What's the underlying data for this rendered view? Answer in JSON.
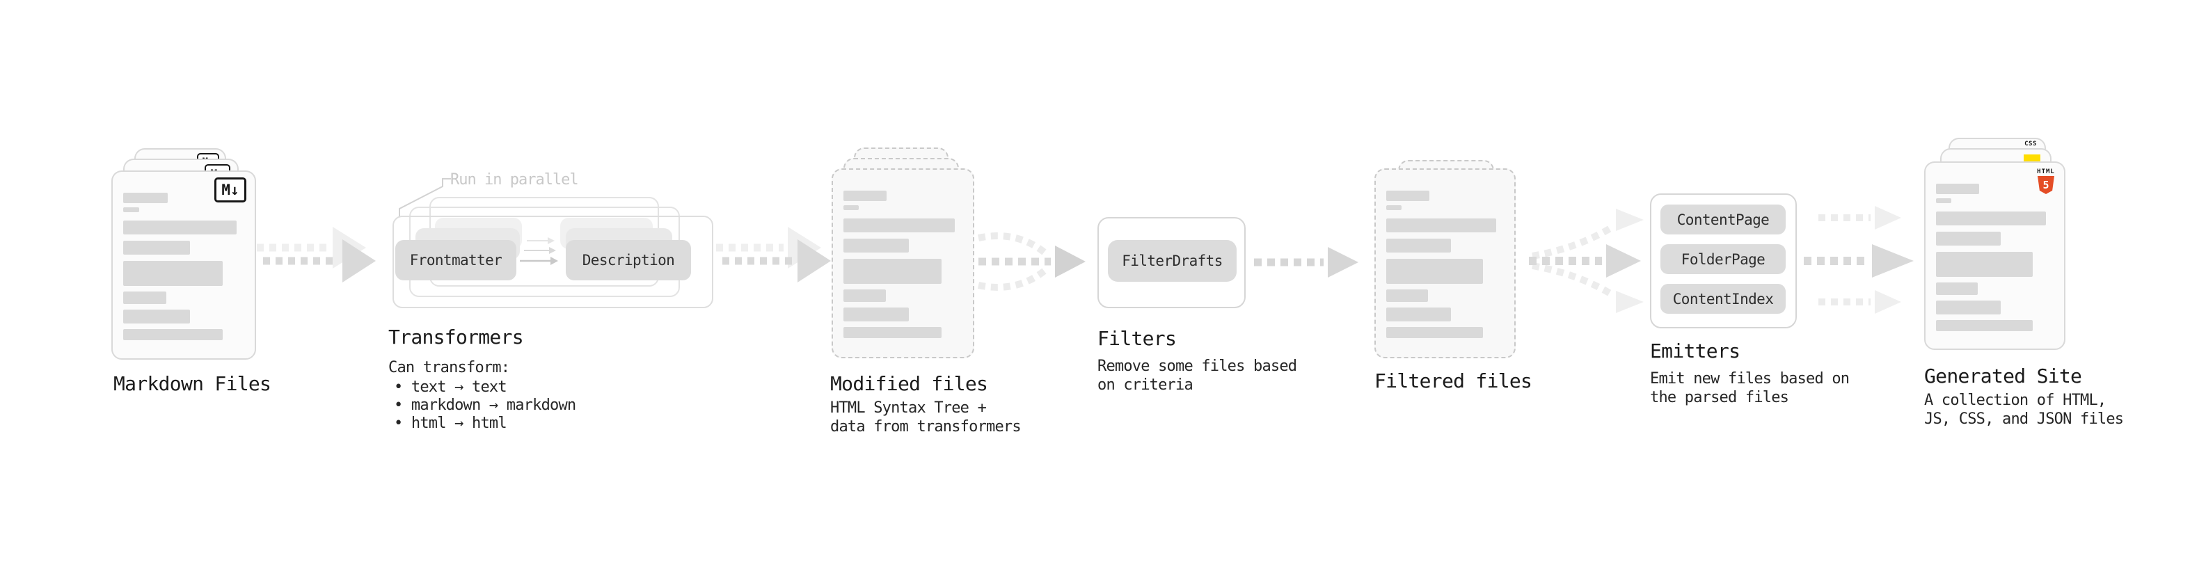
{
  "stages": {
    "markdown_files": {
      "label": "Markdown Files",
      "badge": "M↓"
    },
    "transformers": {
      "label": "Transformers",
      "annotation": "Run in parallel",
      "button_left": "Frontmatter",
      "button_right": "Description",
      "description": [
        "Can transform:",
        "• text → text",
        "• markdown → markdown",
        "• html → html"
      ]
    },
    "modified_files": {
      "label": "Modified files",
      "description": [
        "HTML Syntax Tree +",
        "data from transformers"
      ]
    },
    "filters": {
      "label": "Filters",
      "button": "FilterDrafts",
      "description": [
        "Remove some files based",
        "on criteria"
      ]
    },
    "filtered_files": {
      "label": "Filtered files"
    },
    "emitters": {
      "label": "Emitters",
      "buttons": [
        "ContentPage",
        "FolderPage",
        "ContentIndex"
      ],
      "description": [
        "Emit new files based on",
        "the parsed files"
      ]
    },
    "generated_site": {
      "label": "Generated Site",
      "badge_css": "CSS",
      "badge_html": "HTML",
      "badge_html_number": "5",
      "description": [
        "A collection of HTML,",
        "JS, CSS, and JSON files"
      ]
    }
  },
  "colors": {
    "arrow": "#d9d9d9",
    "arrow_light": "#ededed",
    "skeleton_bar": "#d9d9d9",
    "button_bg": "#dcdcdc",
    "html5_orange": "#e44d26",
    "js_yellow": "#ffdd00",
    "css_blue": "#2f6bff"
  }
}
